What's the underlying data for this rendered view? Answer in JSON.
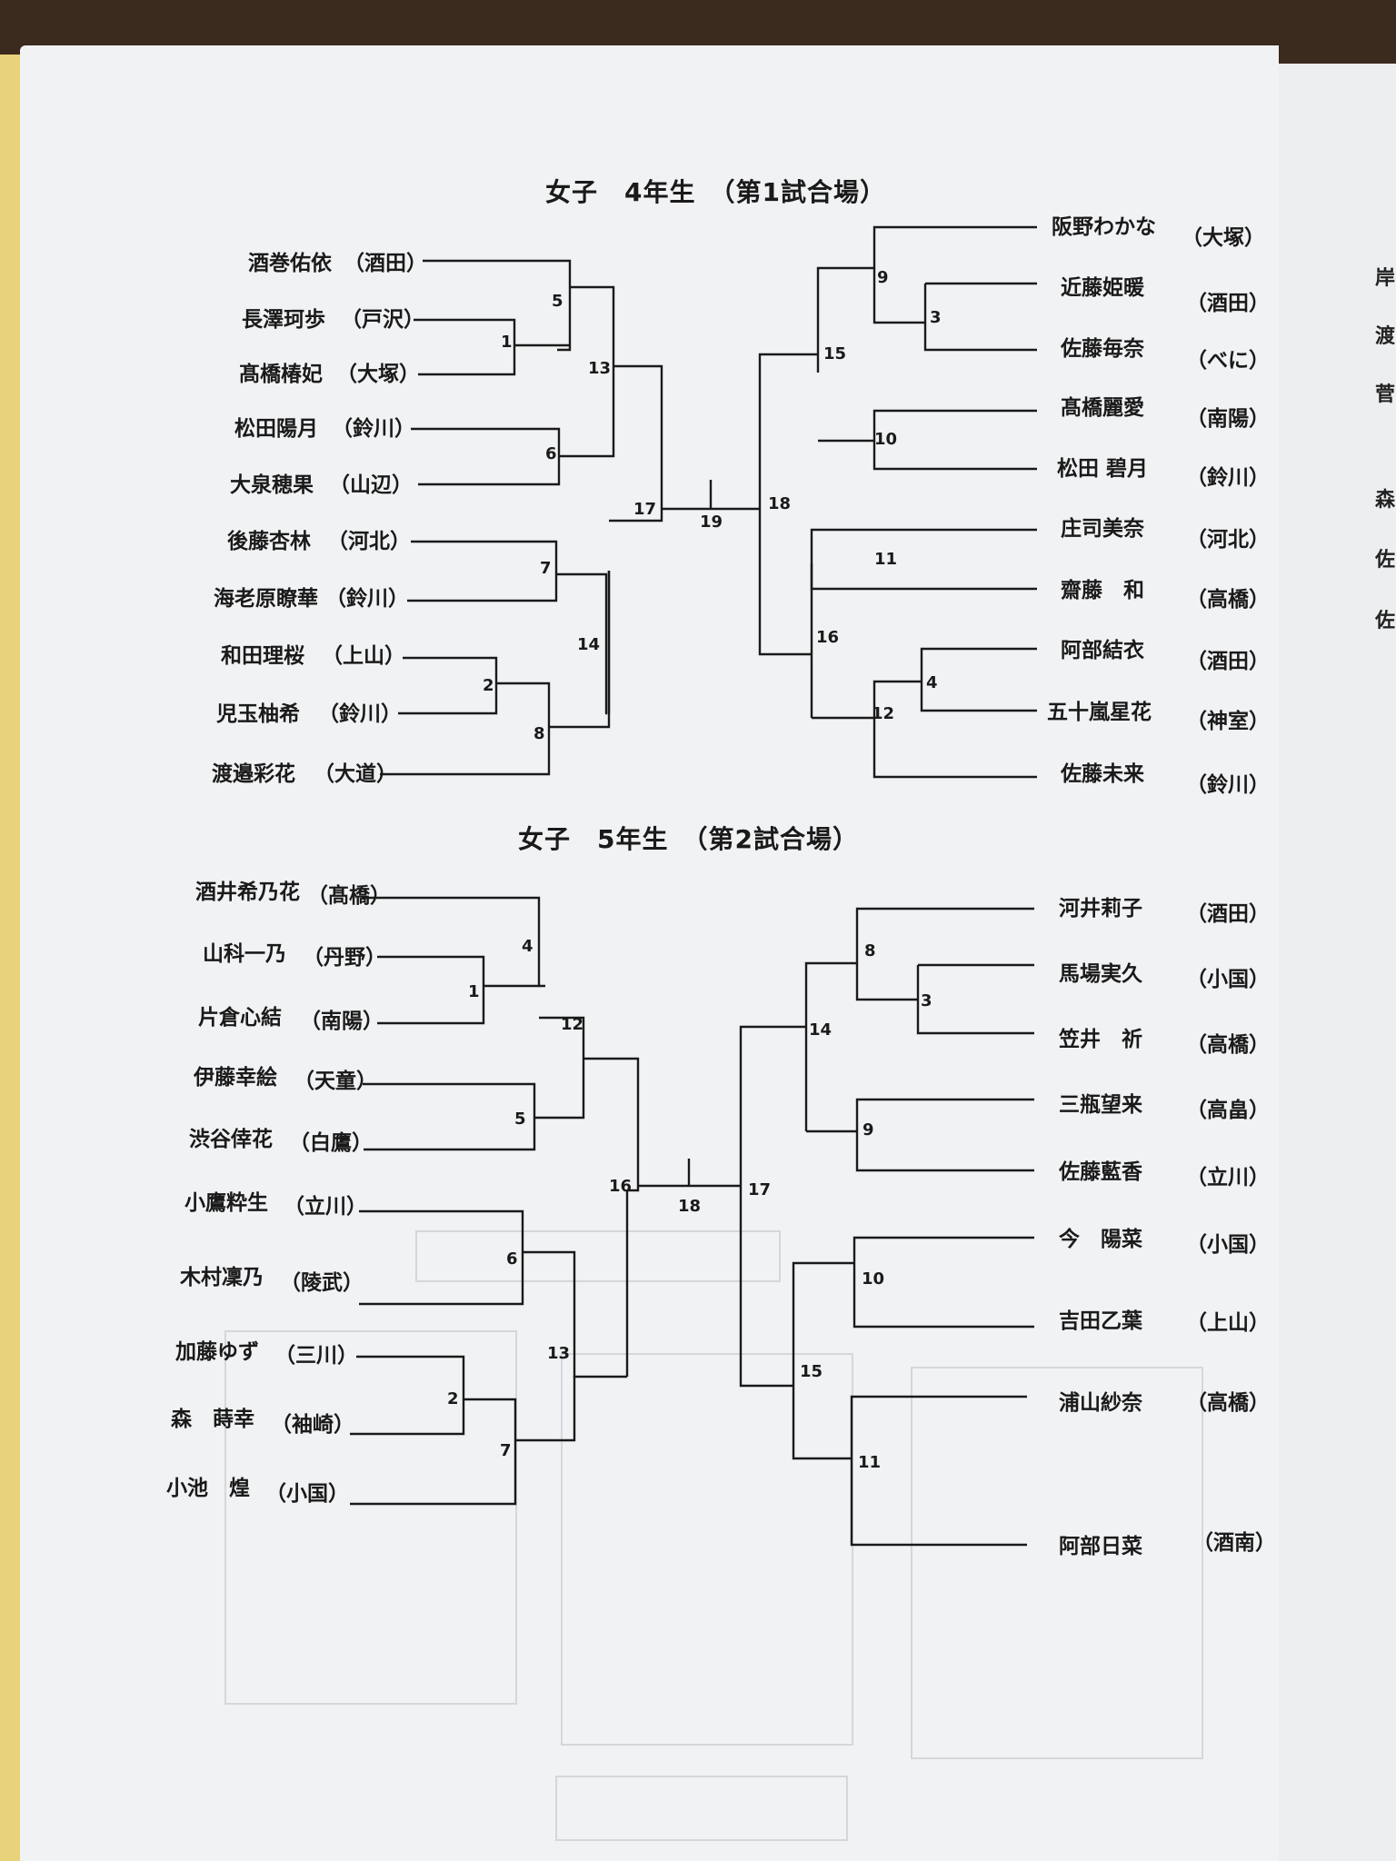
{
  "colors": {
    "paper": "#f1f2f4",
    "ink": "#1a1a1a",
    "table": "#3b2a1e",
    "edge": "#e8d27a"
  },
  "brackets": [
    {
      "title": "女子　4年生　（第1試合場）",
      "left": [
        {
          "name": "酒巻佑依",
          "club": "（酒田）"
        },
        {
          "name": "長澤珂歩",
          "club": "（戸沢）"
        },
        {
          "name": "髙橋椿妃",
          "club": "（大塚）"
        },
        {
          "name": "松田陽月",
          "club": "（鈴川）"
        },
        {
          "name": "大泉穂果",
          "club": "（山辺）"
        },
        {
          "name": "後藤杏林",
          "club": "（河北）"
        },
        {
          "name": "海老原瞭華",
          "club": "（鈴川）"
        },
        {
          "name": "和田理桜",
          "club": "（上山）"
        },
        {
          "name": "児玉柚希",
          "club": "（鈴川）"
        },
        {
          "name": "渡邉彩花",
          "club": "（大道）"
        }
      ],
      "right": [
        {
          "name": "阪野わかな",
          "club": "（大塚）"
        },
        {
          "name": "近藤姫暖",
          "club": "（酒田）"
        },
        {
          "name": "佐藤毎奈",
          "club": "（べに）"
        },
        {
          "name": "髙橋麗愛",
          "club": "（南陽）"
        },
        {
          "name": "松田 碧月",
          "club": "（鈴川）"
        },
        {
          "name": "庄司美奈",
          "club": "（河北）"
        },
        {
          "name": "齋藤　和",
          "club": "（高橋）"
        },
        {
          "name": "阿部結衣",
          "club": "（酒田）"
        },
        {
          "name": "五十嵐星花",
          "club": "（神室）"
        },
        {
          "name": "佐藤未来",
          "club": "（鈴川）"
        }
      ],
      "match_numbers": [
        "1",
        "2",
        "3",
        "4",
        "5",
        "6",
        "7",
        "8",
        "9",
        "10",
        "11",
        "12",
        "13",
        "14",
        "15",
        "16",
        "17",
        "18",
        "19"
      ]
    },
    {
      "title": "女子　5年生　（第2試合場）",
      "left": [
        {
          "name": "酒井希乃花",
          "club": "（髙橋）"
        },
        {
          "name": "山科一乃",
          "club": "（丹野）"
        },
        {
          "name": "片倉心結",
          "club": "（南陽）"
        },
        {
          "name": "伊藤幸絵",
          "club": "（天童）"
        },
        {
          "name": "渋谷倖花",
          "club": "（白鷹）"
        },
        {
          "name": "小鷹粋生",
          "club": "（立川）"
        },
        {
          "name": "木村凜乃",
          "club": "（陵武）"
        },
        {
          "name": "加藤ゆず",
          "club": "（三川）"
        },
        {
          "name": "森　蒔幸",
          "club": "（袖崎）"
        },
        {
          "name": "小池　煌",
          "club": "（小国）"
        }
      ],
      "right": [
        {
          "name": "河井莉子",
          "club": "（酒田）"
        },
        {
          "name": "馬場実久",
          "club": "（小国）"
        },
        {
          "name": "笠井　祈",
          "club": "（高橋）"
        },
        {
          "name": "三瓶望来",
          "club": "（高畠）"
        },
        {
          "name": "佐藤藍香",
          "club": "（立川）"
        },
        {
          "name": "今　陽菜",
          "club": "（小国）"
        },
        {
          "name": "吉田乙葉",
          "club": "（上山）"
        },
        {
          "name": "浦山紗奈",
          "club": "（高橋）"
        },
        {
          "name": "阿部日菜",
          "club": "（酒南）"
        }
      ],
      "match_numbers": [
        "1",
        "2",
        "3",
        "4",
        "5",
        "6",
        "7",
        "8",
        "9",
        "10",
        "11",
        "12",
        "13",
        "14",
        "15",
        "16",
        "17",
        "18"
      ]
    }
  ],
  "right_page_glyphs": [
    "岸",
    "渡",
    "菅",
    "森",
    "佐",
    "佐"
  ]
}
